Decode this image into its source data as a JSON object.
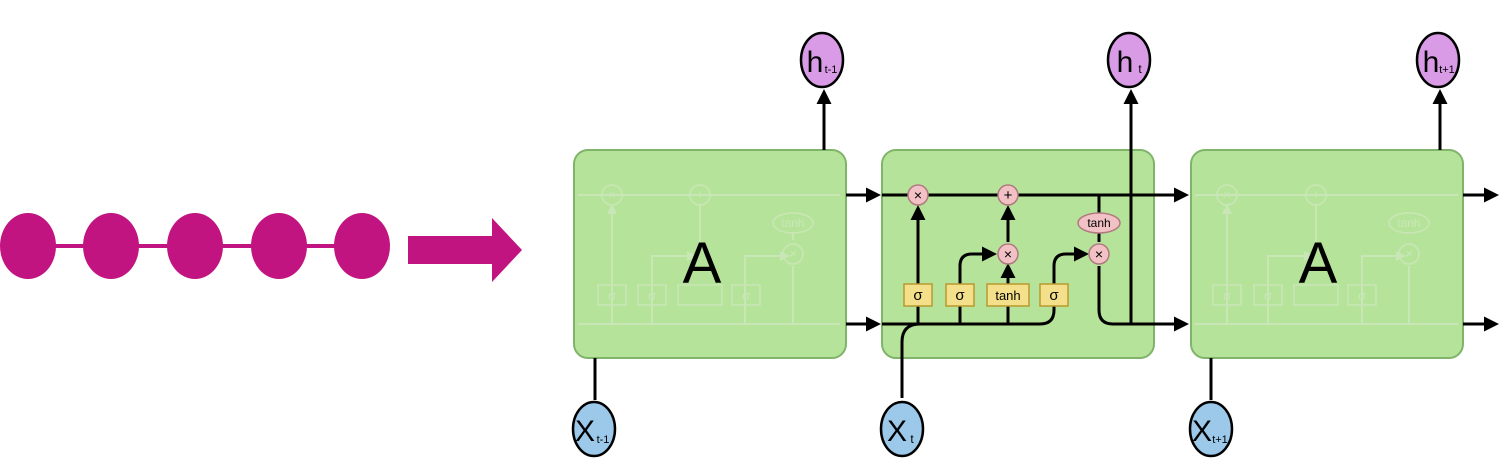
{
  "colors": {
    "chain": "#c21480",
    "cell_fill": "#b6e39a",
    "cell_stroke": "#7fb46a",
    "line": "#000000",
    "faded_line": "#c9e6b7",
    "h_node": "#d99be6",
    "x_node": "#9cc8ea",
    "gate_fill": "#f4e08a",
    "gate_stroke": "#b89a2f",
    "op_fill": "#f2c1c6",
    "op_stroke": "#b07a80"
  },
  "chain": {
    "node_count": 5
  },
  "cells": {
    "left": {
      "label": "A"
    },
    "right": {
      "label": "A"
    }
  },
  "center_cell": {
    "gates": [
      "σ",
      "σ",
      "tanh",
      "σ"
    ],
    "ops": {
      "forget": "×",
      "add": "+",
      "input": "×",
      "output": "×"
    },
    "output_tanh": "tanh"
  },
  "faded": {
    "gates": [
      "σ",
      "σ",
      "",
      "σ"
    ],
    "ops": [
      "×",
      "+",
      "×"
    ],
    "tanh": "tanh"
  },
  "hidden": [
    {
      "main": "h",
      "sub": "t-1"
    },
    {
      "main": "h",
      "sub": "t"
    },
    {
      "main": "h",
      "sub": "t+1"
    }
  ],
  "inputs": [
    {
      "main": "X",
      "sub": "t-1"
    },
    {
      "main": "X",
      "sub": "t"
    },
    {
      "main": "X",
      "sub": "t+1"
    }
  ]
}
